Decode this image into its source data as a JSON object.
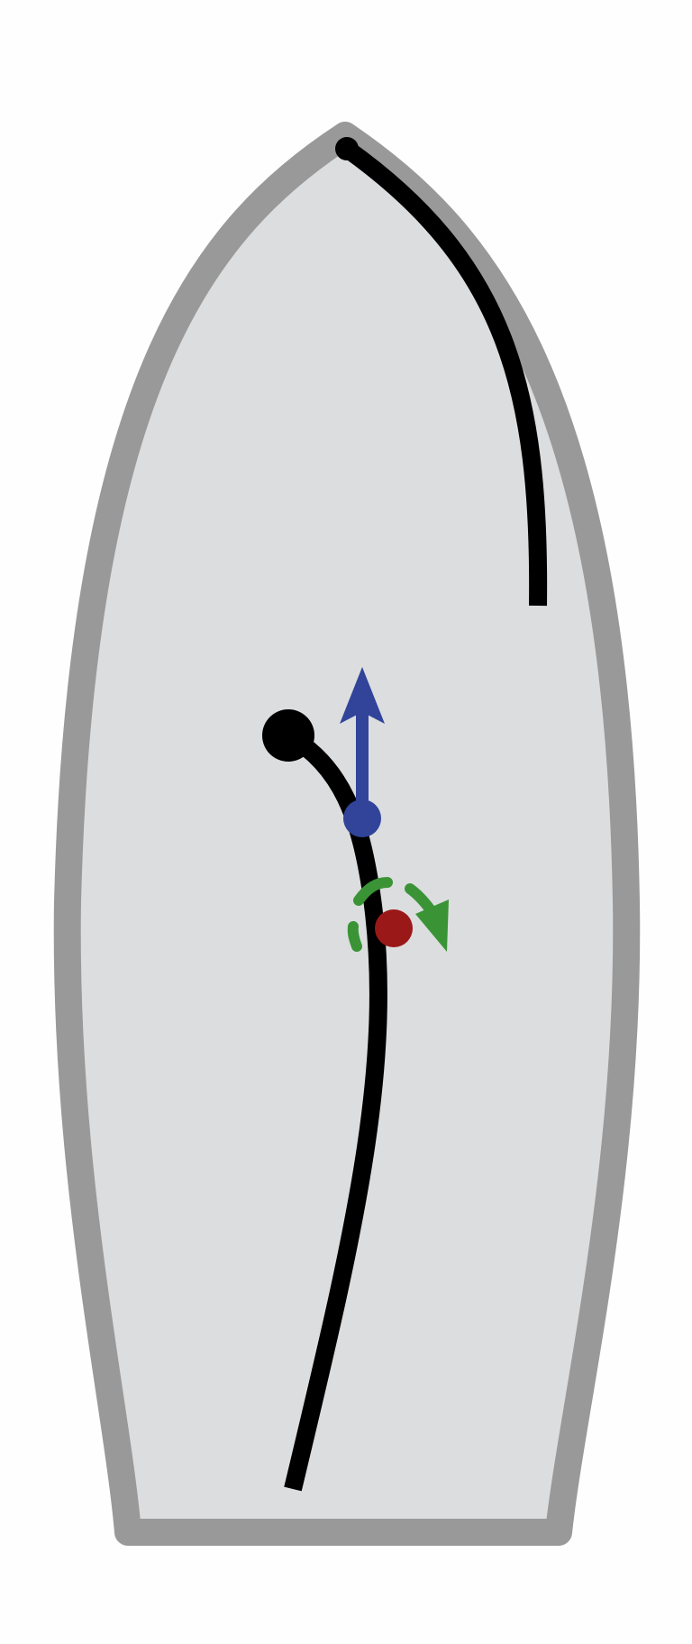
{
  "colors": {
    "background": "#fefefe",
    "hull_fill": "#dcdddf",
    "hull_outline": "#999999",
    "line": "#000000",
    "direction_arrow": "#31449a",
    "pivot_point": "#31449a",
    "center_point": "#9b1818",
    "rotation_indicator": "#3a9436"
  },
  "elements": {
    "hull": "hull-outline",
    "bow_curve": "curved-line",
    "mid_curve": "curved-line",
    "direction_arrow": "arrow-up-icon",
    "rotation_indicator": "rotate-clockwise-icon"
  }
}
